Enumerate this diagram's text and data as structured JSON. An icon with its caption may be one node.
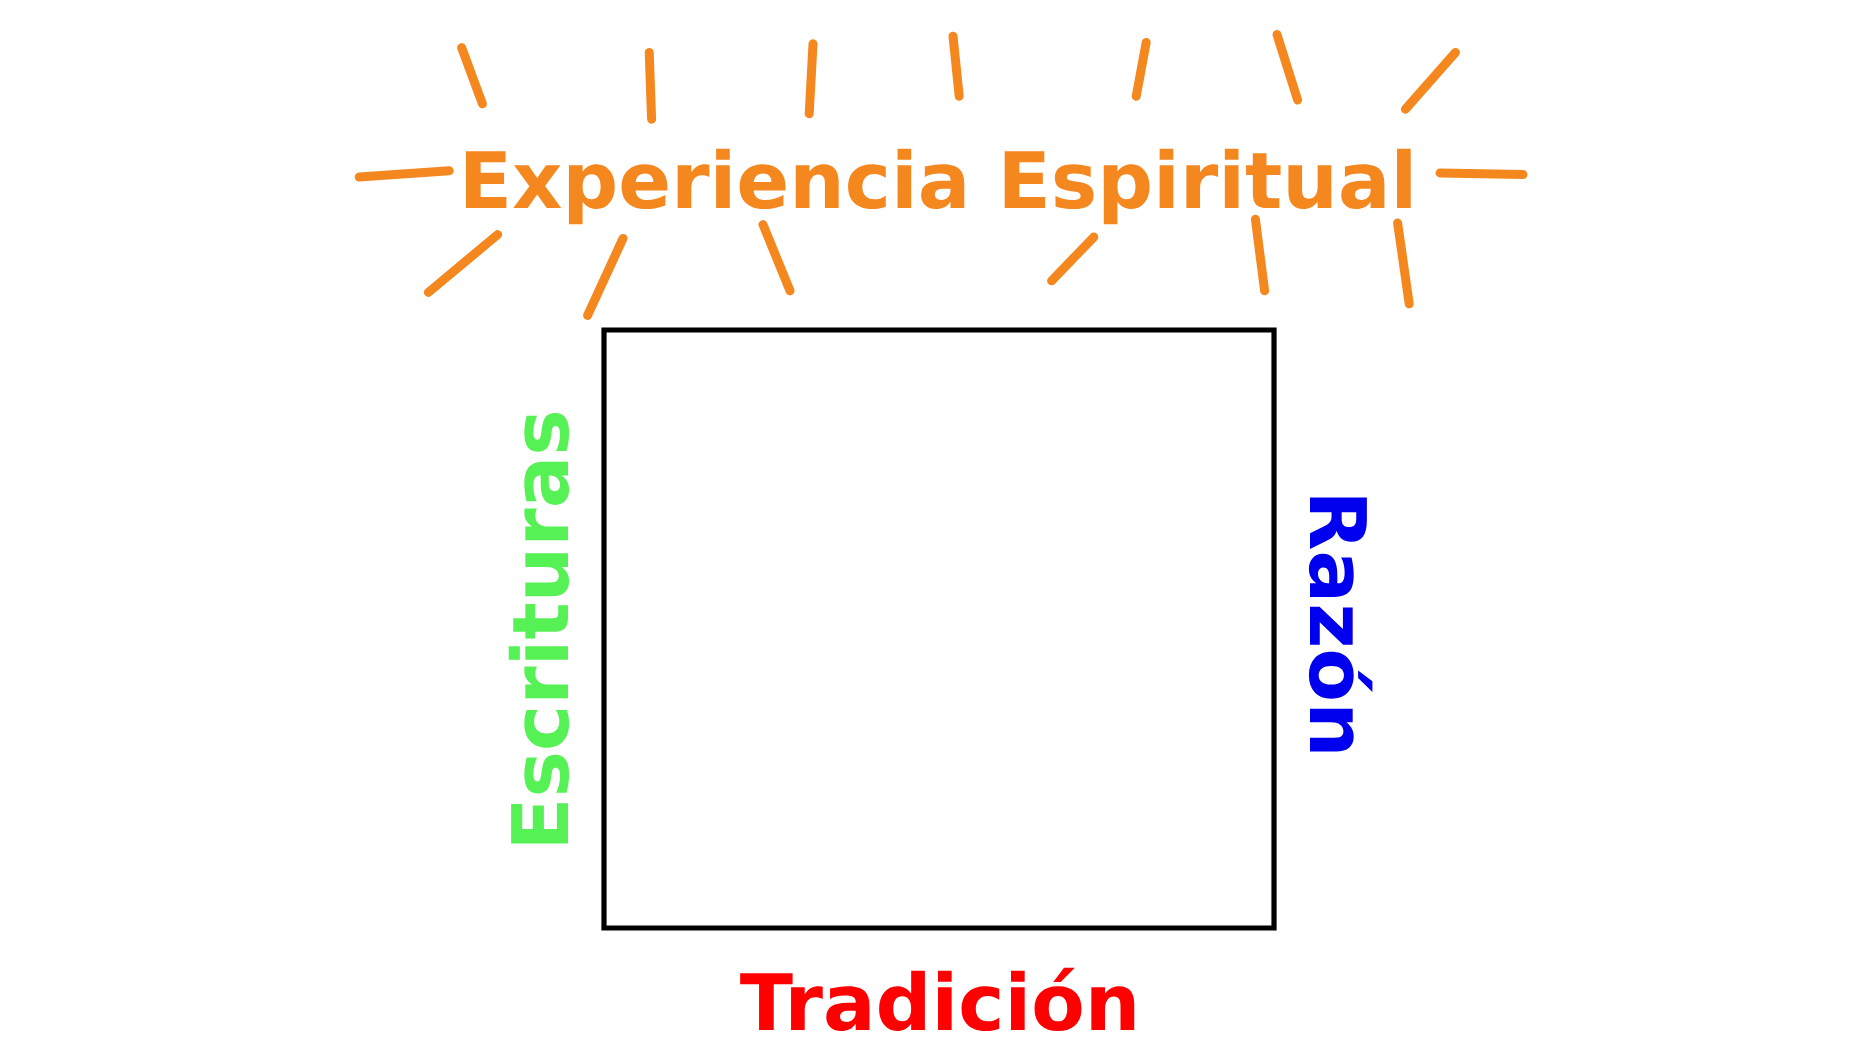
{
  "diagram": {
    "nodes": [
      {
        "text": [],
        "shape": "box",
        "beside": [
          "Experiencia Espiritual",
          "Escrituras",
          "Razón",
          "Tradición"
        ]
      }
    ]
  }
}
